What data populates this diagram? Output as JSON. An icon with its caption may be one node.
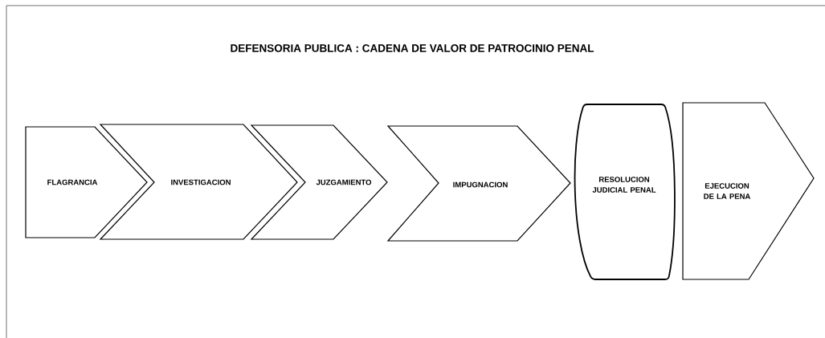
{
  "diagram": {
    "title": "DEFENSORIA PUBLICA : CADENA DE VALOR DE PATROCINIO PENAL",
    "nodes": [
      {
        "text": [
          "FLAGRANCIA"
        ]
      },
      {
        "text": [
          "INVESTIGACION"
        ]
      },
      {
        "text": [
          "JUZGAMIENTO"
        ]
      },
      {
        "text": [
          "IMPUGNACION"
        ]
      },
      {
        "text": [
          "RESOLUCION JUDICIAL PENAL"
        ]
      },
      {
        "text": [
          "EJECUCION DE LA PENA"
        ]
      }
    ]
  }
}
